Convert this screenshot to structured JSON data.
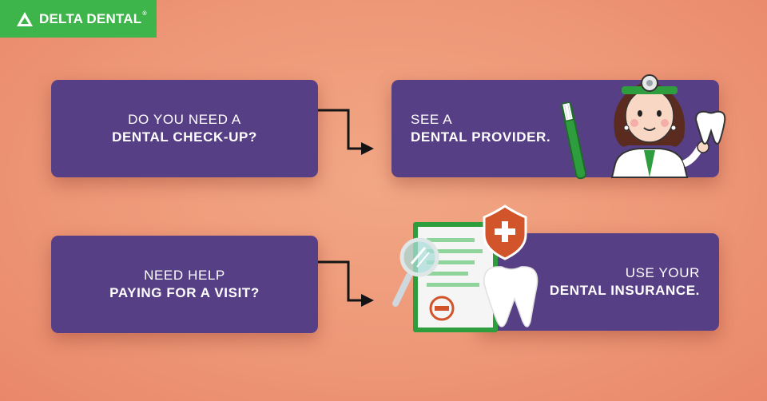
{
  "logo": {
    "text": "DELTA DENTAL",
    "mark": "®"
  },
  "steps": [
    {
      "line1": "DO YOU NEED A",
      "line2": "DENTAL CHECK-UP?"
    },
    {
      "line1": "SEE A",
      "line2": "DENTAL PROVIDER."
    },
    {
      "line1": "NEED HELP",
      "line2": "PAYING FOR A VISIT?"
    },
    {
      "line1": "USE YOUR",
      "line2": "DENTAL INSURANCE."
    }
  ],
  "colors": {
    "brand_green": "#3db54a",
    "box_purple": "#573f86",
    "arrow": "#141414"
  },
  "icons": [
    "delta-logo-icon",
    "dentist-icon",
    "toothbrush-icon",
    "tooth-icon",
    "document-icon",
    "magnifier-icon",
    "shield-cross-icon"
  ]
}
